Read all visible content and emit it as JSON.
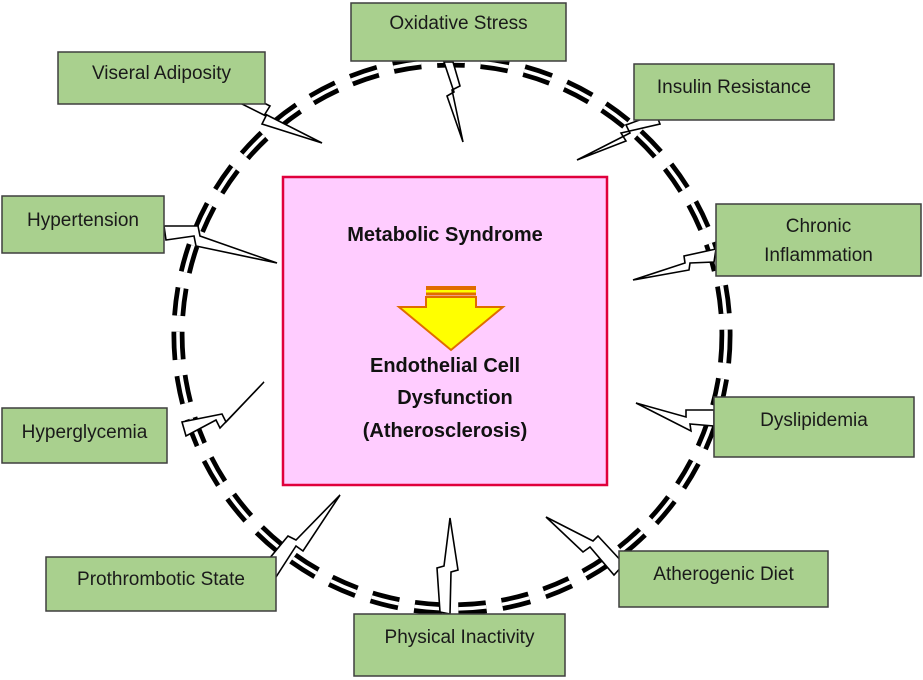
{
  "colors": {
    "factor_fill": "#a9d08e",
    "factor_border": "#3f3f3f",
    "center_fill": "#ffccff",
    "center_border": "#e0003c",
    "arrow_fill": "#ffff00",
    "arrow_border": "#e06c00",
    "ring": "#000000"
  },
  "center": {
    "title": "Metabolic Syndrome",
    "outcome_line1": "Endothelial Cell",
    "outcome_line2": "Dysfunction",
    "outcome_line3": "(Atherosclerosis)"
  },
  "factors": {
    "oxidative_stress": "Oxidative Stress",
    "visceral_adiposity": "Viseral Adiposity",
    "insulin_resistance": "Insulin Resistance",
    "hypertension": "Hypertension",
    "chronic_inflammation_1": "Chronic",
    "chronic_inflammation_2": "Inflammation",
    "hyperglycemia": "Hyperglycemia",
    "dyslipidemia": "Dyslipidemia",
    "prothrombotic_state": "Prothrombotic State",
    "atherogenic_diet": "Atherogenic Diet",
    "physical_inactivity": "Physical Inactivity"
  }
}
